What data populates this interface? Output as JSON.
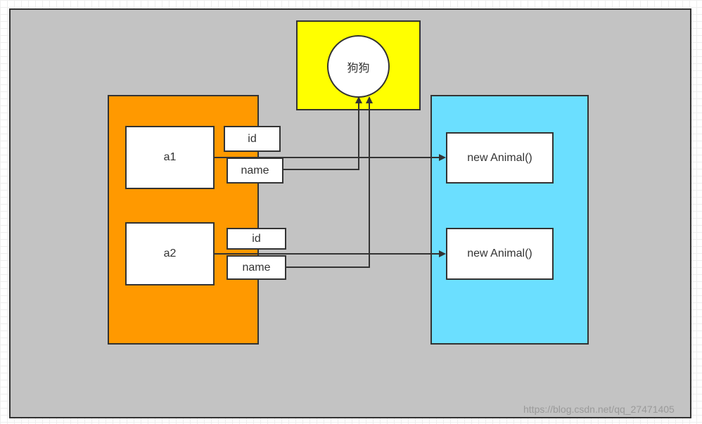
{
  "diagram": {
    "circle_label": "狗狗",
    "left_nodes": [
      {
        "label": "a1"
      },
      {
        "label": "a2"
      }
    ],
    "fields": {
      "a1_id": "id",
      "a1_name": "name",
      "a2_id": "id",
      "a2_name": "name"
    },
    "objects": [
      {
        "label": "new Animal()"
      },
      {
        "label": "new Animal()"
      }
    ],
    "colors": {
      "background_panel": "#c3c3c3",
      "yellow_panel": "#ffff00",
      "orange_panel": "#ff9900",
      "cyan_panel": "#6bdfff",
      "stroke": "#333333"
    }
  },
  "watermark": "https://blog.csdn.net/qq_27471405"
}
